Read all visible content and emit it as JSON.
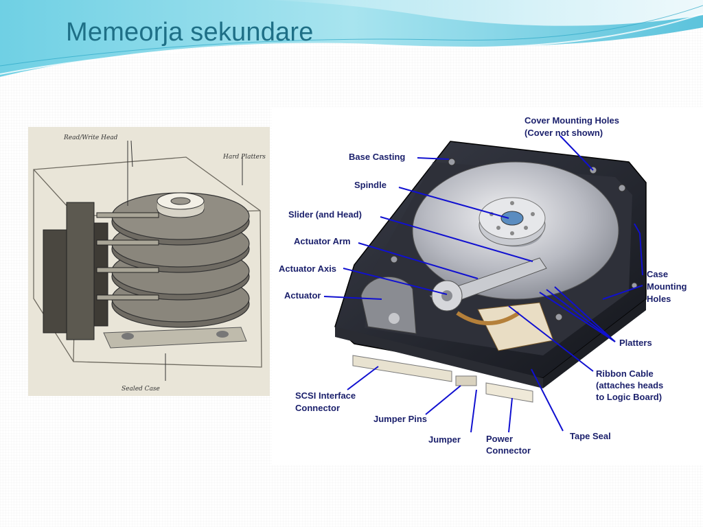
{
  "slide": {
    "title": "Memeorja sekundare",
    "accent_color": "#1e6f86"
  },
  "left_diagram": {
    "labels": [
      "Read/Write Head",
      "Hard Platters",
      "Sealed Case"
    ]
  },
  "right_diagram": {
    "labels": {
      "cover_mounting_holes": "Cover Mounting Holes",
      "cover_not_shown": "(Cover not shown)",
      "base_casting": "Base Casting",
      "spindle": "Spindle",
      "slider": "Slider (and Head)",
      "actuator_arm": "Actuator Arm",
      "actuator_axis": "Actuator Axis",
      "actuator": "Actuator",
      "case_mounting_1": "Case",
      "case_mounting_2": "Mounting",
      "case_mounting_3": "Holes",
      "platters": "Platters",
      "ribbon_cable_1": "Ribbon Cable",
      "ribbon_cable_2": "(attaches heads",
      "ribbon_cable_3": "to Logic Board)",
      "scsi_1": "SCSI Interface",
      "scsi_2": "Connector",
      "jumper_pins": "Jumper Pins",
      "jumper": "Jumper",
      "power_1": "Power",
      "power_2": "Connector",
      "tape_seal": "Tape Seal"
    },
    "label_color": "#1a1f6b",
    "leader_color": "#1010d0"
  }
}
